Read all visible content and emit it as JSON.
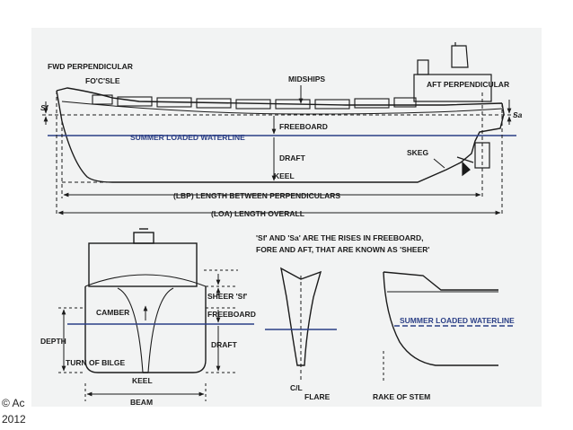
{
  "labels": {
    "fwd_perpendicular": "FWD PERPENDICULAR",
    "focsle": "FO'C'SLE",
    "midships": "MIDSHIPS",
    "aft_perpendicular": "AFT PERPENDICULAR",
    "sf": "Sf",
    "sa": "Sa",
    "freeboard_top": "FREEBOARD",
    "summer_waterline_top": "SUMMER LOADED WATERLINE",
    "draft_top": "DRAFT",
    "skeg": "SKEG",
    "keel_top": "KEEL",
    "lbp": "(LBP) LENGTH BETWEEN PERPENDICULARS",
    "loa": "(LOA) LENGTH OVERALL",
    "sheer_note_line1": "'Sf' AND 'Sa' ARE THE RISES IN FREEBOARD,",
    "sheer_note_line2": "FORE AND AFT, THAT ARE KNOWN AS 'SHEER'",
    "sheer_sf": "SHEER 'Sf'",
    "camber": "CAMBER",
    "freeboard_section": "FREEBOARD",
    "depth": "DEPTH",
    "draft_section": "DRAFT",
    "turn_of_bilge": "TURN OF BILGE",
    "keel_section": "KEEL",
    "beam": "BEAM",
    "cl": "C/L",
    "flare": "FLARE",
    "summer_waterline_bow": "SUMMER LOADED WATERLINE",
    "rake_of_stem": "RAKE OF STEM"
  },
  "colors": {
    "background": "#f2f3f3",
    "ink": "#1b1b1b",
    "waterline": "#2b3f86"
  },
  "copyright": {
    "line1": "© Ac",
    "line2": "2012"
  }
}
